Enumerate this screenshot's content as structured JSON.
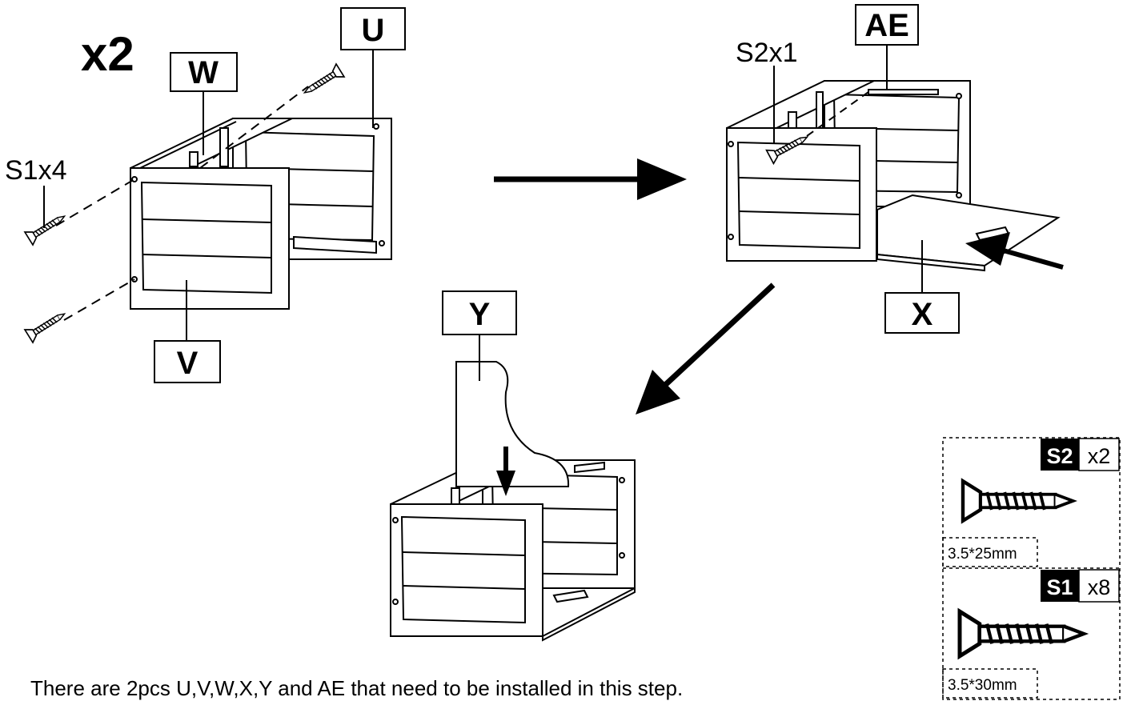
{
  "step": {
    "multiplier": "x2",
    "caption": "There are 2pcs U,V,W,X,Y and AE that need to be installed in this step."
  },
  "parts": {
    "u": "U",
    "v": "V",
    "w": "W",
    "x": "X",
    "y": "Y",
    "ae": "AE"
  },
  "callouts": {
    "s1_count": "S1x4",
    "s2_count": "S2x1"
  },
  "legend": {
    "items": [
      {
        "code": "S2",
        "qty": "x2",
        "size": "3.5*25mm",
        "icon": "screw-icon"
      },
      {
        "code": "S1",
        "qty": "x8",
        "size": "3.5*30mm",
        "icon": "screw-icon"
      }
    ]
  },
  "colors": {
    "ink": "#000000",
    "paper": "#ffffff"
  }
}
